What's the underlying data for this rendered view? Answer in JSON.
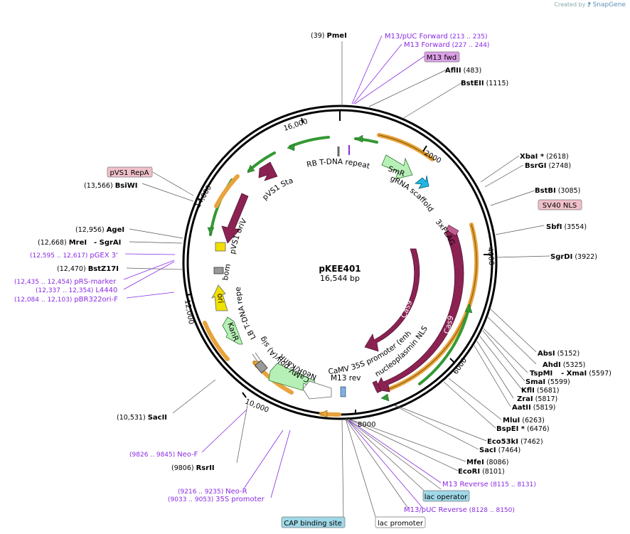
{
  "watermark": {
    "prefix": "Created by",
    "brand": "SnapGene"
  },
  "map": {
    "name": "pKEE401",
    "length_label": "16,544 bp",
    "length": 16544,
    "ticks": [
      "2000",
      "4000",
      "6000",
      "8000",
      "10,000",
      "12,000",
      "14,000",
      "16,000"
    ]
  },
  "colors": {
    "backbone": "#000000",
    "feature_purple": "#8a2be2",
    "cas9": "#8b2252",
    "promoter": "#f0f0f0",
    "orange": "#e8a33c",
    "green": "#339933"
  },
  "restriction_sites": [
    {
      "name": "PmeI",
      "pos": "(39)"
    },
    {
      "name": "AflII",
      "pos": "(483)"
    },
    {
      "name": "BstEII",
      "pos": "(1115)"
    },
    {
      "name": "XbaI *",
      "pos": "(2618)"
    },
    {
      "name": "BsrGI",
      "pos": "(2748)"
    },
    {
      "name": "BstBI",
      "pos": "(3085)"
    },
    {
      "name": "SbfI",
      "pos": "(3554)"
    },
    {
      "name": "SgrDI",
      "pos": "(3922)"
    },
    {
      "name": "AbsI",
      "pos": "(5152)"
    },
    {
      "name": "AhdI",
      "pos": "(5325)"
    },
    {
      "name": "TspMI",
      "pos": "(5597)"
    },
    {
      "name": "- XmaI",
      "pos": "(5597)"
    },
    {
      "name": "SmaI",
      "pos": "(5599)"
    },
    {
      "name": "KflI",
      "pos": "(5681)"
    },
    {
      "name": "ZraI",
      "pos": "(5817)"
    },
    {
      "name": "AatII",
      "pos": "(5819)"
    },
    {
      "name": "MluI",
      "pos": "(6263)"
    },
    {
      "name": "BspEI *",
      "pos": "(6476)"
    },
    {
      "name": "Eco53kI",
      "pos": "(7462)"
    },
    {
      "name": "SacI",
      "pos": "(7464)"
    },
    {
      "name": "MfeI",
      "pos": "(8086)"
    },
    {
      "name": "EcoRI",
      "pos": "(8101)"
    },
    {
      "name": "RsrII",
      "pos": "(9806)"
    },
    {
      "name": "SacII",
      "pos": "(10,531)"
    },
    {
      "name": "BstZ17I",
      "pos": "(12,470)"
    },
    {
      "name": "MreI",
      "pos": "(12,668)"
    },
    {
      "name": "- SgrAI",
      "pos": "(12,668)"
    },
    {
      "name": "AgeI",
      "pos": "(12,956)"
    },
    {
      "name": "BsiWI",
      "pos": "(13,566)"
    }
  ],
  "primer_features": [
    {
      "name": "M13/pUC Forward",
      "range": "(213 .. 235)"
    },
    {
      "name": "M13 Forward",
      "range": "(227 .. 244)"
    },
    {
      "name": "pGEX 3'",
      "range": "(12,595 .. 12,617)"
    },
    {
      "name": "pRS-marker",
      "range": "(12,435 .. 12,454)"
    },
    {
      "name": "L4440",
      "range": "(12,337 .. 12,354)"
    },
    {
      "name": "pBR322ori-F",
      "range": "(12,084 .. 12,103)"
    },
    {
      "name": "M13 Reverse",
      "range": "(8115 .. 8131)"
    },
    {
      "name": "M13/pUC Reverse",
      "range": "(8128 .. 8150)"
    },
    {
      "name": "Neo-F",
      "range": "(9826 .. 9845)"
    },
    {
      "name": "Neo-R",
      "range": "(9216 .. 9235)"
    },
    {
      "name": "35S promoter",
      "range": "(9033 .. 9053)"
    }
  ],
  "boxed_labels": {
    "m13_fwd": "M13 fwd",
    "pvs1_repa": "pVS1 RepA",
    "sv40_nls": "SV40 NLS",
    "lac_operator": "lac operator",
    "cap_binding": "CAP binding site",
    "lac_promoter": "lac promoter"
  },
  "features": {
    "rb": "RB T-DNA repeat",
    "smr": "SmR",
    "grna": "gRNA scaffold",
    "flag": "3xFLAG",
    "cas9a": "Cas9",
    "cas9b": "Cas9",
    "nls": "nucleoplasmin NLS",
    "p35s": "CaMV 35S promoter (enhanced)",
    "m13rev": "M13 rev",
    "neor": "NeoR/KanR",
    "polya": "CaMV poly(A) signal",
    "lb": "LB T-DNA repeat",
    "kanr": "KanR",
    "ori": "ori",
    "bom": "bom",
    "pvs1ori": "pVS1 oriV",
    "pvs1rep": "pVS1 RepA",
    "pvs1sta": "pVS1 StaA"
  }
}
